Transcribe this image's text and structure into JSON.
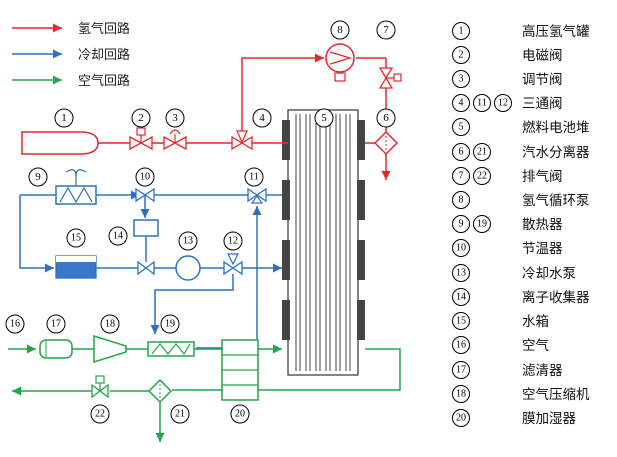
{
  "legend": [
    {
      "label": "氢气回路",
      "color": "#e8262b"
    },
    {
      "label": "冷却回路",
      "color": "#2a72c2"
    },
    {
      "label": "空气回路",
      "color": "#21a649"
    }
  ],
  "components": [
    {
      "id": "1",
      "name": "高压氢气罐"
    },
    {
      "id": "2",
      "name": "电磁阀"
    },
    {
      "id": "3",
      "name": "调节阀"
    },
    {
      "id": "4 11 12",
      "name": "三通阀"
    },
    {
      "id": "5",
      "name": "燃料电池堆"
    },
    {
      "id": "6 21",
      "name": "汽水分离器"
    },
    {
      "id": "7 22",
      "name": "排气阀"
    },
    {
      "id": "8",
      "name": "氢气循环泵"
    },
    {
      "id": "9 19",
      "name": "散热器"
    },
    {
      "id": "10",
      "name": "节温器"
    },
    {
      "id": "13",
      "name": "冷却水泵"
    },
    {
      "id": "14",
      "name": "离子收集器"
    },
    {
      "id": "15",
      "name": "水箱"
    },
    {
      "id": "16",
      "name": "空气"
    },
    {
      "id": "17",
      "name": "滤清器"
    },
    {
      "id": "18",
      "name": "空气压缩机"
    },
    {
      "id": "20",
      "name": "膜加湿器"
    }
  ],
  "callouts": [
    "1",
    "2",
    "3",
    "4",
    "5",
    "6",
    "7",
    "8",
    "9",
    "10",
    "11",
    "12",
    "13",
    "14",
    "15",
    "16",
    "17",
    "18",
    "19",
    "20",
    "21",
    "22"
  ],
  "colors": {
    "hydrogen": "#e8262b",
    "coolant": "#2a72c2",
    "air": "#21a649",
    "tank_fill": "#3a78c9"
  }
}
